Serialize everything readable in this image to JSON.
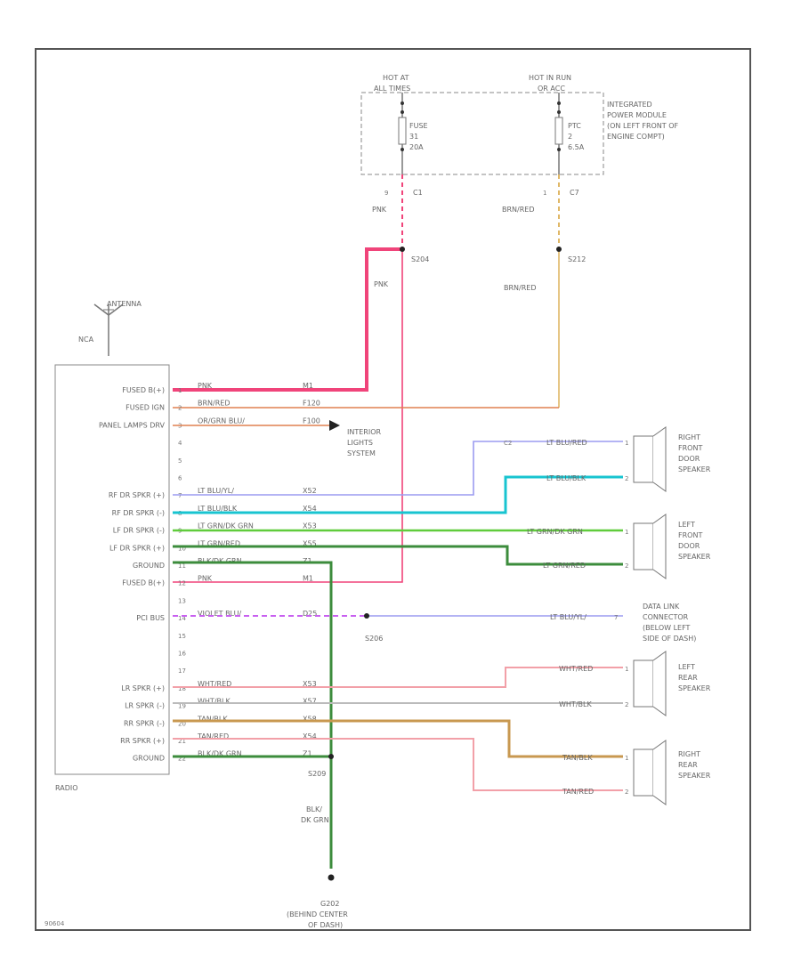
{
  "figure_code": "90604",
  "fuse_box": {
    "hot_at_all_times": [
      "HOT AT",
      "ALL TIMES"
    ],
    "hot_in_run": [
      "HOT IN RUN",
      "OR ACC"
    ],
    "module": [
      "INTEGRATED",
      "POWER MODULE",
      "(ON LEFT FRONT OF",
      "ENGINE COMPT)"
    ],
    "fuse": {
      "name": "FUSE",
      "num": "31",
      "rating": "20A"
    },
    "ptc": {
      "name": "PTC",
      "num": "2",
      "rating": "6.5A"
    },
    "c1": {
      "pin": "9",
      "conn": "C1",
      "wire": "PNK"
    },
    "c7": {
      "pin": "1",
      "conn": "C7",
      "wire": "BRN/RED"
    }
  },
  "splices": {
    "s204": "S204",
    "s212": "S212",
    "s206": "S206",
    "s209": "S209"
  },
  "antenna": {
    "label": "ANTENNA",
    "pin": "NCA"
  },
  "radio": {
    "name": "RADIO",
    "pins": [
      {
        "label": "FUSED B(+)",
        "pin": "1",
        "wire": "PNK",
        "circuit": "M1"
      },
      {
        "label": "FUSED IGN",
        "pin": "2",
        "wire": "BRN/RED",
        "circuit": "F120"
      },
      {
        "label": "PANEL LAMPS DRV",
        "pin": "3",
        "wire": "OR/GRN BLU/",
        "circuit": "F100"
      },
      {
        "label": "",
        "pin": "4",
        "wire": "",
        "circuit": ""
      },
      {
        "label": "",
        "pin": "5",
        "wire": "",
        "circuit": ""
      },
      {
        "label": "",
        "pin": "6",
        "wire": "",
        "circuit": ""
      },
      {
        "label": "RF DR SPKR (+)",
        "pin": "7",
        "wire": "LT BLU/YL/",
        "circuit": "X52"
      },
      {
        "label": "RF DR SPKR (-)",
        "pin": "8",
        "wire": "LT BLU/BLK",
        "circuit": "X54"
      },
      {
        "label": "LF DR SPKR (-)",
        "pin": "9",
        "wire": "LT GRN/DK GRN",
        "circuit": "X53"
      },
      {
        "label": "LF DR SPKR (+)",
        "pin": "10",
        "wire": "LT GRN/RED",
        "circuit": "X55"
      },
      {
        "label": "GROUND",
        "pin": "11",
        "wire": "BLK/DK GRN",
        "circuit": "Z1"
      },
      {
        "label": "FUSED B(+)",
        "pin": "12",
        "wire": "PNK",
        "circuit": "M1"
      },
      {
        "label": "",
        "pin": "13",
        "wire": "",
        "circuit": ""
      },
      {
        "label": "PCI BUS",
        "pin": "14",
        "wire": "VIOLET BLU/",
        "circuit": "D25"
      },
      {
        "label": "",
        "pin": "15",
        "wire": "",
        "circuit": ""
      },
      {
        "label": "",
        "pin": "16",
        "wire": "",
        "circuit": ""
      },
      {
        "label": "",
        "pin": "17",
        "wire": "",
        "circuit": ""
      },
      {
        "label": "LR SPKR (+)",
        "pin": "18",
        "wire": "WHT/RED",
        "circuit": "X53"
      },
      {
        "label": "LR SPKR (-)",
        "pin": "19",
        "wire": "WHT/BLK",
        "circuit": "X57"
      },
      {
        "label": "RR SPKR (-)",
        "pin": "20",
        "wire": "TAN/BLK",
        "circuit": "X58"
      },
      {
        "label": "RR SPKR (+)",
        "pin": "21",
        "wire": "TAN/RED",
        "circuit": "X54"
      },
      {
        "label": "GROUND",
        "pin": "22",
        "wire": "BLK/DK GRN",
        "circuit": "Z1"
      }
    ]
  },
  "right_side": {
    "pnk_vertical": "PNK",
    "brnred_vertical": "BRN/RED",
    "interior_lights": [
      "INTERIOR",
      "LIGHTS",
      "SYSTEM"
    ],
    "rf_speaker": {
      "lines": [
        "RIGHT",
        "FRONT",
        "DOOR",
        "SPEAKER"
      ],
      "wire1": "LT BLU/RED",
      "wire2": "LT BLU/BLK",
      "pin1": "1",
      "pin2": "2",
      "conn": "C2"
    },
    "lf_speaker": {
      "lines": [
        "LEFT",
        "FRONT",
        "DOOR",
        "SPEAKER"
      ],
      "wire1": "LT GRN/DK GRN",
      "wire2": "LT GRN/RED",
      "pin1": "1",
      "pin2": "2"
    },
    "dlc": {
      "lines": [
        "DATA LINK",
        "CONNECTOR",
        "(BELOW LEFT",
        "SIDE OF DASH)"
      ],
      "wire": "LT BLU/YL/",
      "pin": "7"
    },
    "lr_speaker": {
      "lines": [
        "LEFT",
        "REAR",
        "SPEAKER"
      ],
      "wire1": "WHT/RED",
      "wire2": "WHT/BLK",
      "pin1": "1",
      "pin2": "2"
    },
    "rr_speaker": {
      "lines": [
        "RIGHT",
        "REAR",
        "SPEAKER"
      ],
      "wire1": "TAN/BLK",
      "wire2": "TAN/RED",
      "pin1": "1",
      "pin2": "2"
    },
    "ground_wire": [
      "BLK/",
      "DK GRN"
    ],
    "ground": {
      "code": "G202",
      "lines": [
        "(BEHIND CENTER",
        "OF DASH)"
      ]
    }
  },
  "colors": {
    "pink": "#f0447a",
    "brown_red": "#e0b868",
    "tan_red": "#f2a0a8",
    "orange": "#e08050",
    "lavender": "#9b9bf0",
    "cyan": "#18c4d0",
    "green": "#60cc3c",
    "dkgreen": "#3c8c3c",
    "violet": "#c860f0",
    "tan_blk": "#c89850",
    "gray": "#bbbbbb"
  }
}
